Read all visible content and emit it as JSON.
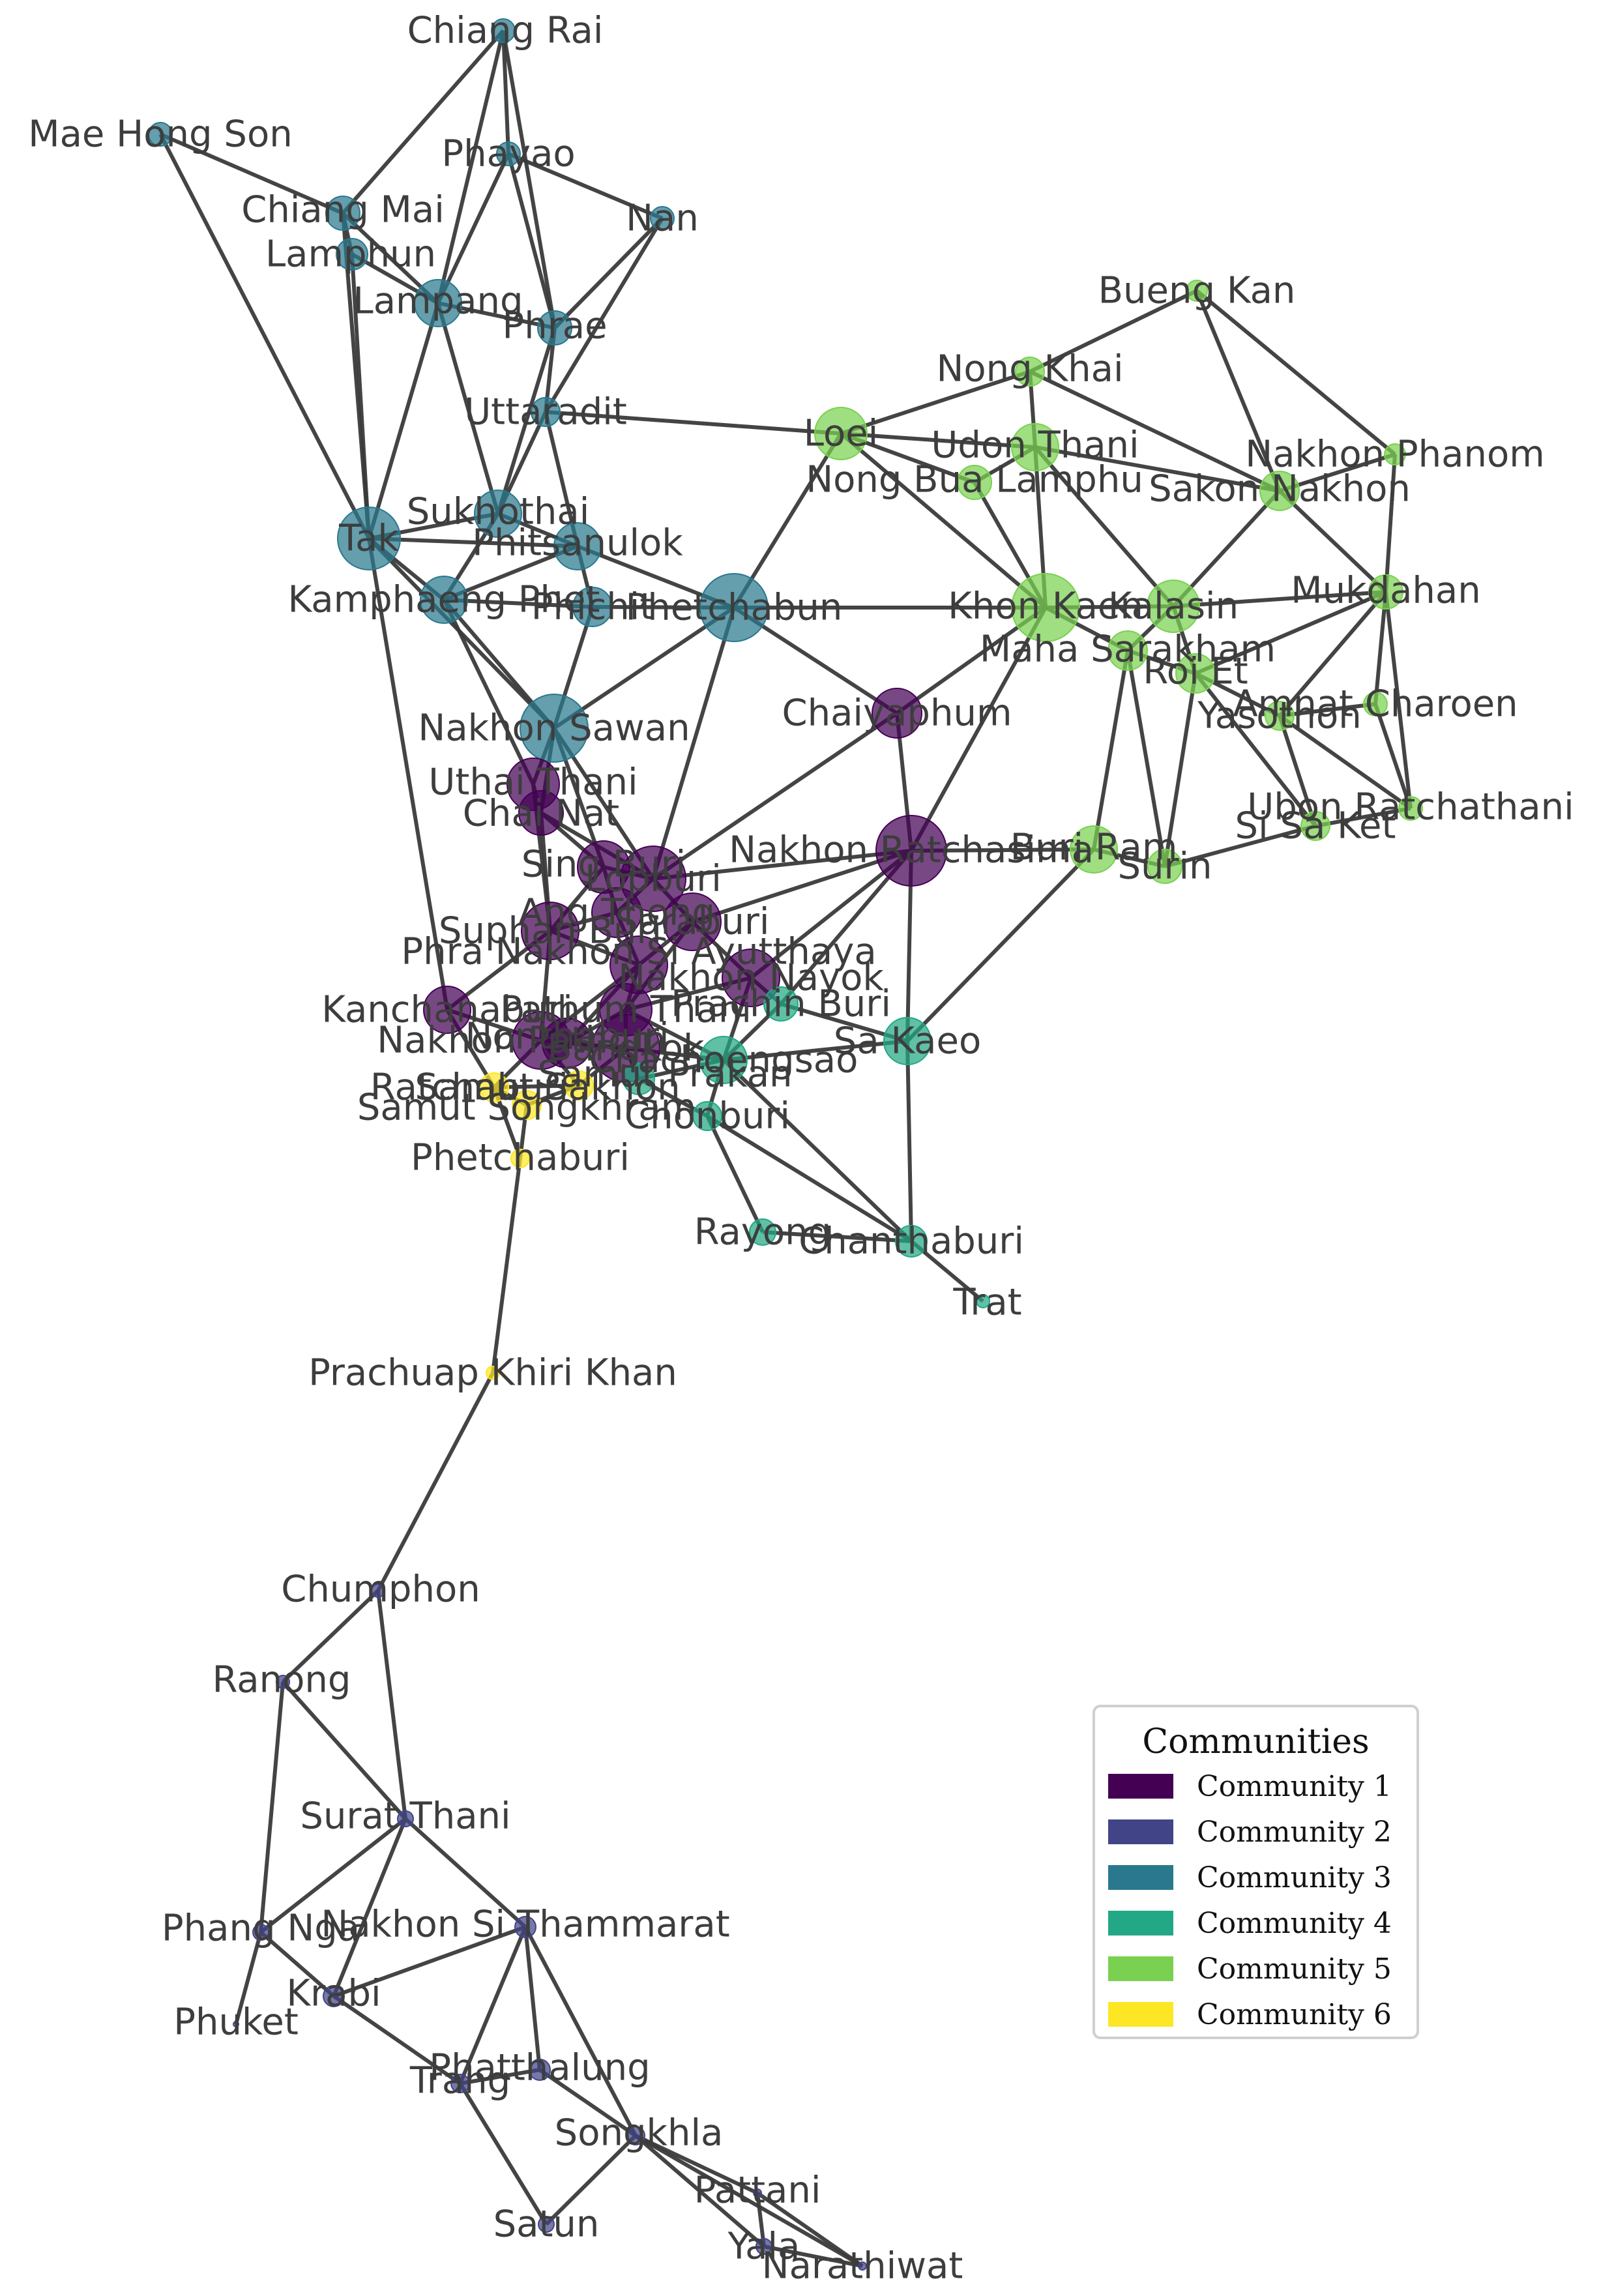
{
  "legend": {
    "title": "Communities",
    "items": [
      {
        "label": "Community 1",
        "color": "#440154"
      },
      {
        "label": "Community 2",
        "color": "#414487"
      },
      {
        "label": "Community 3",
        "color": "#2a788e"
      },
      {
        "label": "Community 4",
        "color": "#22a884"
      },
      {
        "label": "Community 5",
        "color": "#7ad151"
      },
      {
        "label": "Community 6",
        "color": "#fde725"
      }
    ]
  },
  "nodes": [
    {
      "name": "Chiang Rai",
      "community": 3
    },
    {
      "name": "Mae Hong Son",
      "community": 3
    },
    {
      "name": "Phayao",
      "community": 3
    },
    {
      "name": "Chiang Mai",
      "community": 3
    },
    {
      "name": "Nan",
      "community": 3
    },
    {
      "name": "Lamphun",
      "community": 3
    },
    {
      "name": "Lampang",
      "community": 3
    },
    {
      "name": "Phrae",
      "community": 3
    },
    {
      "name": "Uttaradit",
      "community": 3
    },
    {
      "name": "Tak",
      "community": 3
    },
    {
      "name": "Sukhothai",
      "community": 3
    },
    {
      "name": "Phitsanulok",
      "community": 3
    },
    {
      "name": "Kamphaeng Phet",
      "community": 3
    },
    {
      "name": "Phichit",
      "community": 3
    },
    {
      "name": "Phetchabun",
      "community": 3
    },
    {
      "name": "Nakhon Sawan",
      "community": 3
    },
    {
      "name": "Bueng Kan",
      "community": 5
    },
    {
      "name": "Nong Khai",
      "community": 5
    },
    {
      "name": "Loei",
      "community": 5
    },
    {
      "name": "Udon Thani",
      "community": 5
    },
    {
      "name": "Nakhon Phanom",
      "community": 5
    },
    {
      "name": "Nong Bua Lamphu",
      "community": 5
    },
    {
      "name": "Sakon Nakhon",
      "community": 5
    },
    {
      "name": "Khon Kaen",
      "community": 5
    },
    {
      "name": "Kalasin",
      "community": 5
    },
    {
      "name": "Mukdahan",
      "community": 5
    },
    {
      "name": "Maha Sarakham",
      "community": 5
    },
    {
      "name": "Roi Et",
      "community": 5
    },
    {
      "name": "Amnat Charoen",
      "community": 5
    },
    {
      "name": "Yasothon",
      "community": 5
    },
    {
      "name": "Ubon Ratchathani",
      "community": 5
    },
    {
      "name": "Si Sa Ket",
      "community": 5
    },
    {
      "name": "Buri Ram",
      "community": 5
    },
    {
      "name": "Surin",
      "community": 5
    },
    {
      "name": "Chaiyaphum",
      "community": 1
    },
    {
      "name": "Uthai Thani",
      "community": 1
    },
    {
      "name": "Chai Nat",
      "community": 1
    },
    {
      "name": "Sing Buri",
      "community": 1
    },
    {
      "name": "Lopburi",
      "community": 1
    },
    {
      "name": "Nakhon Ratchasima",
      "community": 1
    },
    {
      "name": "Ang Thong",
      "community": 1
    },
    {
      "name": "Saraburi",
      "community": 1
    },
    {
      "name": "Suphan Buri",
      "community": 1
    },
    {
      "name": "Phra Nakhon Si Ayutthaya",
      "community": 1
    },
    {
      "name": "Nakhon Nayok",
      "community": 1
    },
    {
      "name": "Kanchanaburi",
      "community": 1
    },
    {
      "name": "Pathum Thani",
      "community": 1
    },
    {
      "name": "Nonthaburi",
      "community": 1
    },
    {
      "name": "Nakhon Pathom",
      "community": 1
    },
    {
      "name": "Bangkok",
      "community": 1
    },
    {
      "name": "Prachin Buri",
      "community": 4
    },
    {
      "name": "Sa Kaeo",
      "community": 4
    },
    {
      "name": "Chachoengsao",
      "community": 4
    },
    {
      "name": "Samut Prakan",
      "community": 4
    },
    {
      "name": "Chonburi",
      "community": 4
    },
    {
      "name": "Rayong",
      "community": 4
    },
    {
      "name": "Chanthaburi",
      "community": 4
    },
    {
      "name": "Trat",
      "community": 4
    },
    {
      "name": "Ratchaburi",
      "community": 6
    },
    {
      "name": "Samut Sakhon",
      "community": 6
    },
    {
      "name": "Samut Songkhram",
      "community": 6
    },
    {
      "name": "Phetchaburi",
      "community": 6
    },
    {
      "name": "Prachuap Khiri Khan",
      "community": 6
    },
    {
      "name": "Chumphon",
      "community": 2
    },
    {
      "name": "Ranong",
      "community": 2
    },
    {
      "name": "Surat Thani",
      "community": 2
    },
    {
      "name": "Phang Nga",
      "community": 2
    },
    {
      "name": "Nakhon Si Thammarat",
      "community": 2
    },
    {
      "name": "Krabi",
      "community": 2
    },
    {
      "name": "Phuket",
      "community": 2
    },
    {
      "name": "Trang",
      "community": 2
    },
    {
      "name": "Phatthalung",
      "community": 2
    },
    {
      "name": "Songkhla",
      "community": 2
    },
    {
      "name": "Satun",
      "community": 2
    },
    {
      "name": "Pattani",
      "community": 2
    },
    {
      "name": "Yala",
      "community": 2
    },
    {
      "name": "Narathiwat",
      "community": 2
    }
  ],
  "edges": [
    [
      "Chiang Rai",
      "Chiang Mai"
    ],
    [
      "Chiang Rai",
      "Phayao"
    ],
    [
      "Chiang Rai",
      "Lampang"
    ],
    [
      "Chiang Rai",
      "Phrae"
    ],
    [
      "Mae Hong Son",
      "Chiang Mai"
    ],
    [
      "Mae Hong Son",
      "Tak"
    ],
    [
      "Phayao",
      "Nan"
    ],
    [
      "Phayao",
      "Lampang"
    ],
    [
      "Phayao",
      "Phrae"
    ],
    [
      "Chiang Mai",
      "Lamphun"
    ],
    [
      "Chiang Mai",
      "Lampang"
    ],
    [
      "Chiang Mai",
      "Tak"
    ],
    [
      "Lamphun",
      "Lampang"
    ],
    [
      "Lamphun",
      "Tak"
    ],
    [
      "Lampang",
      "Phrae"
    ],
    [
      "Lampang",
      "Tak"
    ],
    [
      "Lampang",
      "Sukhothai"
    ],
    [
      "Nan",
      "Phrae"
    ],
    [
      "Nan",
      "Uttaradit"
    ],
    [
      "Phrae",
      "Uttaradit"
    ],
    [
      "Phrae",
      "Sukhothai"
    ],
    [
      "Uttaradit",
      "Sukhothai"
    ],
    [
      "Uttaradit",
      "Phitsanulok"
    ],
    [
      "Uttaradit",
      "Loei"
    ],
    [
      "Tak",
      "Sukhothai"
    ],
    [
      "Tak",
      "Kamphaeng Phet"
    ],
    [
      "Tak",
      "Phitsanulok"
    ],
    [
      "Tak",
      "Nakhon Sawan"
    ],
    [
      "Tak",
      "Kanchanaburi"
    ],
    [
      "Sukhothai",
      "Phitsanulok"
    ],
    [
      "Sukhothai",
      "Kamphaeng Phet"
    ],
    [
      "Phitsanulok",
      "Phichit"
    ],
    [
      "Phitsanulok",
      "Phetchabun"
    ],
    [
      "Phitsanulok",
      "Kamphaeng Phet"
    ],
    [
      "Kamphaeng Phet",
      "Phichit"
    ],
    [
      "Kamphaeng Phet",
      "Nakhon Sawan"
    ],
    [
      "Kamphaeng Phet",
      "Uthai Thani"
    ],
    [
      "Phichit",
      "Phetchabun"
    ],
    [
      "Phichit",
      "Nakhon Sawan"
    ],
    [
      "Phetchabun",
      "Nakhon Sawan"
    ],
    [
      "Phetchabun",
      "Loei"
    ],
    [
      "Phetchabun",
      "Khon Kaen"
    ],
    [
      "Phetchabun",
      "Chaiyaphum"
    ],
    [
      "Phetchabun",
      "Lopburi"
    ],
    [
      "Nakhon Sawan",
      "Uthai Thani"
    ],
    [
      "Nakhon Sawan",
      "Chai Nat"
    ],
    [
      "Nakhon Sawan",
      "Sing Buri"
    ],
    [
      "Nakhon Sawan",
      "Lopburi"
    ],
    [
      "Bueng Kan",
      "Nong Khai"
    ],
    [
      "Bueng Kan",
      "Sakon Nakhon"
    ],
    [
      "Bueng Kan",
      "Nakhon Phanom"
    ],
    [
      "Nong Khai",
      "Loei"
    ],
    [
      "Nong Khai",
      "Udon Thani"
    ],
    [
      "Nong Khai",
      "Sakon Nakhon"
    ],
    [
      "Loei",
      "Udon Thani"
    ],
    [
      "Loei",
      "Nong Bua Lamphu"
    ],
    [
      "Loei",
      "Khon Kaen"
    ],
    [
      "Udon Thani",
      "Nong Bua Lamphu"
    ],
    [
      "Udon Thani",
      "Sakon Nakhon"
    ],
    [
      "Udon Thani",
      "Khon Kaen"
    ],
    [
      "Udon Thani",
      "Kalasin"
    ],
    [
      "Nong Bua Lamphu",
      "Khon Kaen"
    ],
    [
      "Nakhon Phanom",
      "Sakon Nakhon"
    ],
    [
      "Nakhon Phanom",
      "Mukdahan"
    ],
    [
      "Sakon Nakhon",
      "Kalasin"
    ],
    [
      "Sakon Nakhon",
      "Mukdahan"
    ],
    [
      "Khon Kaen",
      "Kalasin"
    ],
    [
      "Khon Kaen",
      "Maha Sarakham"
    ],
    [
      "Khon Kaen",
      "Chaiyaphum"
    ],
    [
      "Khon Kaen",
      "Nakhon Ratchasima"
    ],
    [
      "Kalasin",
      "Maha Sarakham"
    ],
    [
      "Kalasin",
      "Roi Et"
    ],
    [
      "Kalasin",
      "Mukdahan"
    ],
    [
      "Mukdahan",
      "Roi Et"
    ],
    [
      "Mukdahan",
      "Yasothon"
    ],
    [
      "Mukdahan",
      "Amnat Charoen"
    ],
    [
      "Mukdahan",
      "Ubon Ratchathani"
    ],
    [
      "Maha Sarakham",
      "Roi Et"
    ],
    [
      "Maha Sarakham",
      "Buri Ram"
    ],
    [
      "Maha Sarakham",
      "Surin"
    ],
    [
      "Roi Et",
      "Yasothon"
    ],
    [
      "Roi Et",
      "Si Sa Ket"
    ],
    [
      "Roi Et",
      "Surin"
    ],
    [
      "Amnat Charoen",
      "Yasothon"
    ],
    [
      "Amnat Charoen",
      "Ubon Ratchathani"
    ],
    [
      "Yasothon",
      "Ubon Ratchathani"
    ],
    [
      "Yasothon",
      "Si Sa Ket"
    ],
    [
      "Ubon Ratchathani",
      "Si Sa Ket"
    ],
    [
      "Si Sa Ket",
      "Surin"
    ],
    [
      "Surin",
      "Buri Ram"
    ],
    [
      "Buri Ram",
      "Nakhon Ratchasima"
    ],
    [
      "Buri Ram",
      "Sa Kaeo"
    ],
    [
      "Chaiyaphum",
      "Nakhon Ratchasima"
    ],
    [
      "Chaiyaphum",
      "Lopburi"
    ],
    [
      "Uthai Thani",
      "Chai Nat"
    ],
    [
      "Uthai Thani",
      "Suphan Buri"
    ],
    [
      "Chai Nat",
      "Sing Buri"
    ],
    [
      "Chai Nat",
      "Suphan Buri"
    ],
    [
      "Chai Nat",
      "Lopburi"
    ],
    [
      "Sing Buri",
      "Lopburi"
    ],
    [
      "Sing Buri",
      "Ang Thong"
    ],
    [
      "Sing Buri",
      "Suphan Buri"
    ],
    [
      "Lopburi",
      "Saraburi"
    ],
    [
      "Lopburi",
      "Ang Thong"
    ],
    [
      "Lopburi",
      "Nakhon Ratchasima"
    ],
    [
      "Nakhon Ratchasima",
      "Saraburi"
    ],
    [
      "Nakhon Ratchasima",
      "Nakhon Nayok"
    ],
    [
      "Nakhon Ratchasima",
      "Prachin Buri"
    ],
    [
      "Nakhon Ratchasima",
      "Sa Kaeo"
    ],
    [
      "Ang Thong",
      "Suphan Buri"
    ],
    [
      "Ang Thong",
      "Phra Nakhon Si Ayutthaya"
    ],
    [
      "Saraburi",
      "Phra Nakhon Si Ayutthaya"
    ],
    [
      "Saraburi",
      "Nakhon Nayok"
    ],
    [
      "Saraburi",
      "Pathum Thani"
    ],
    [
      "Suphan Buri",
      "Phra Nakhon Si Ayutthaya"
    ],
    [
      "Suphan Buri",
      "Kanchanaburi"
    ],
    [
      "Suphan Buri",
      "Nakhon Pathom"
    ],
    [
      "Phra Nakhon Si Ayutthaya",
      "Pathum Thani"
    ],
    [
      "Phra Nakhon Si Ayutthaya",
      "Nonthaburi"
    ],
    [
      "Phra Nakhon Si Ayutthaya",
      "Nakhon Pathom"
    ],
    [
      "Nakhon Nayok",
      "Prachin Buri"
    ],
    [
      "Nakhon Nayok",
      "Pathum Thani"
    ],
    [
      "Nakhon Nayok",
      "Chachoengsao"
    ],
    [
      "Kanchanaburi",
      "Nakhon Pathom"
    ],
    [
      "Kanchanaburi",
      "Ratchaburi"
    ],
    [
      "Pathum Thani",
      "Nonthaburi"
    ],
    [
      "Pathum Thani",
      "Bangkok"
    ],
    [
      "Pathum Thani",
      "Chachoengsao"
    ],
    [
      "Nonthaburi",
      "Bangkok"
    ],
    [
      "Nonthaburi",
      "Nakhon Pathom"
    ],
    [
      "Nakhon Pathom",
      "Bangkok"
    ],
    [
      "Nakhon Pathom",
      "Samut Sakhon"
    ],
    [
      "Nakhon Pathom",
      "Ratchaburi"
    ],
    [
      "Bangkok",
      "Samut Prakan"
    ],
    [
      "Bangkok",
      "Samut Sakhon"
    ],
    [
      "Bangkok",
      "Chachoengsao"
    ],
    [
      "Prachin Buri",
      "Sa Kaeo"
    ],
    [
      "Prachin Buri",
      "Chachoengsao"
    ],
    [
      "Sa Kaeo",
      "Chachoengsao"
    ],
    [
      "Sa Kaeo",
      "Chanthaburi"
    ],
    [
      "Chachoengsao",
      "Samut Prakan"
    ],
    [
      "Chachoengsao",
      "Chonburi"
    ],
    [
      "Chachoengsao",
      "Chanthaburi"
    ],
    [
      "Samut Prakan",
      "Chonburi"
    ],
    [
      "Chonburi",
      "Rayong"
    ],
    [
      "Chonburi",
      "Chanthaburi"
    ],
    [
      "Rayong",
      "Chanthaburi"
    ],
    [
      "Chanthaburi",
      "Trat"
    ],
    [
      "Ratchaburi",
      "Samut Sakhon"
    ],
    [
      "Ratchaburi",
      "Samut Songkhram"
    ],
    [
      "Ratchaburi",
      "Phetchaburi"
    ],
    [
      "Samut Sakhon",
      "Samut Songkhram"
    ],
    [
      "Samut Songkhram",
      "Phetchaburi"
    ],
    [
      "Phetchaburi",
      "Prachuap Khiri Khan"
    ],
    [
      "Prachuap Khiri Khan",
      "Chumphon"
    ],
    [
      "Chumphon",
      "Ranong"
    ],
    [
      "Chumphon",
      "Surat Thani"
    ],
    [
      "Ranong",
      "Surat Thani"
    ],
    [
      "Ranong",
      "Phang Nga"
    ],
    [
      "Surat Thani",
      "Phang Nga"
    ],
    [
      "Surat Thani",
      "Krabi"
    ],
    [
      "Surat Thani",
      "Nakhon Si Thammarat"
    ],
    [
      "Phang Nga",
      "Krabi"
    ],
    [
      "Phang Nga",
      "Phuket"
    ],
    [
      "Krabi",
      "Nakhon Si Thammarat"
    ],
    [
      "Krabi",
      "Trang"
    ],
    [
      "Nakhon Si Thammarat",
      "Trang"
    ],
    [
      "Nakhon Si Thammarat",
      "Phatthalung"
    ],
    [
      "Nakhon Si Thammarat",
      "Songkhla"
    ],
    [
      "Trang",
      "Phatthalung"
    ],
    [
      "Trang",
      "Satun"
    ],
    [
      "Phatthalung",
      "Songkhla"
    ],
    [
      "Songkhla",
      "Satun"
    ],
    [
      "Songkhla",
      "Pattani"
    ],
    [
      "Songkhla",
      "Yala"
    ],
    [
      "Songkhla",
      "Narathiwat"
    ],
    [
      "Pattani",
      "Yala"
    ],
    [
      "Pattani",
      "Narathiwat"
    ],
    [
      "Yala",
      "Narathiwat"
    ]
  ]
}
